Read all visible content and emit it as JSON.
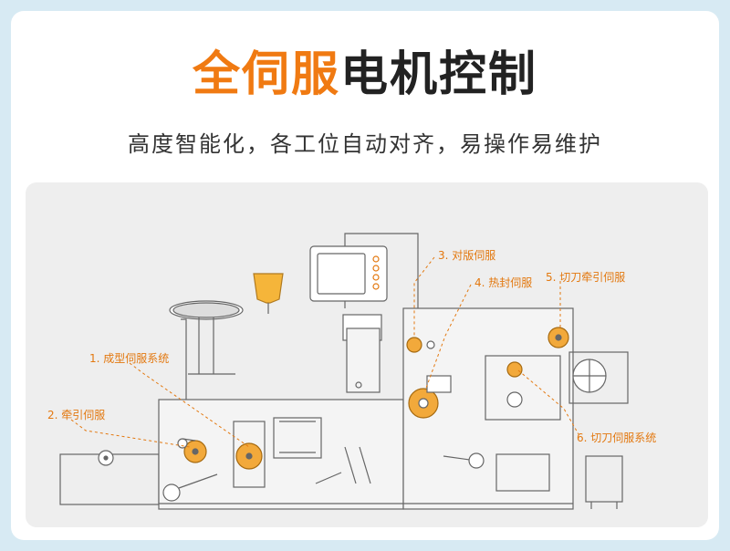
{
  "title": {
    "accent": "全伺服",
    "rest": "电机控制"
  },
  "subtitle": "高度智能化，各工位自动对齐，易操作易维护",
  "colors": {
    "accent": "#f07a12",
    "background": "#d7eaf3",
    "panel": "#eeeeee"
  },
  "labels": {
    "forming": "1. 成型伺服系统",
    "traction": "2. 牵引伺服",
    "alignment": "3. 对版伺服",
    "heat_seal": "4. 热封伺服",
    "cutter_traction": "5. 切刀牵引伺服",
    "cutter": "6. 切刀伺服系统"
  }
}
